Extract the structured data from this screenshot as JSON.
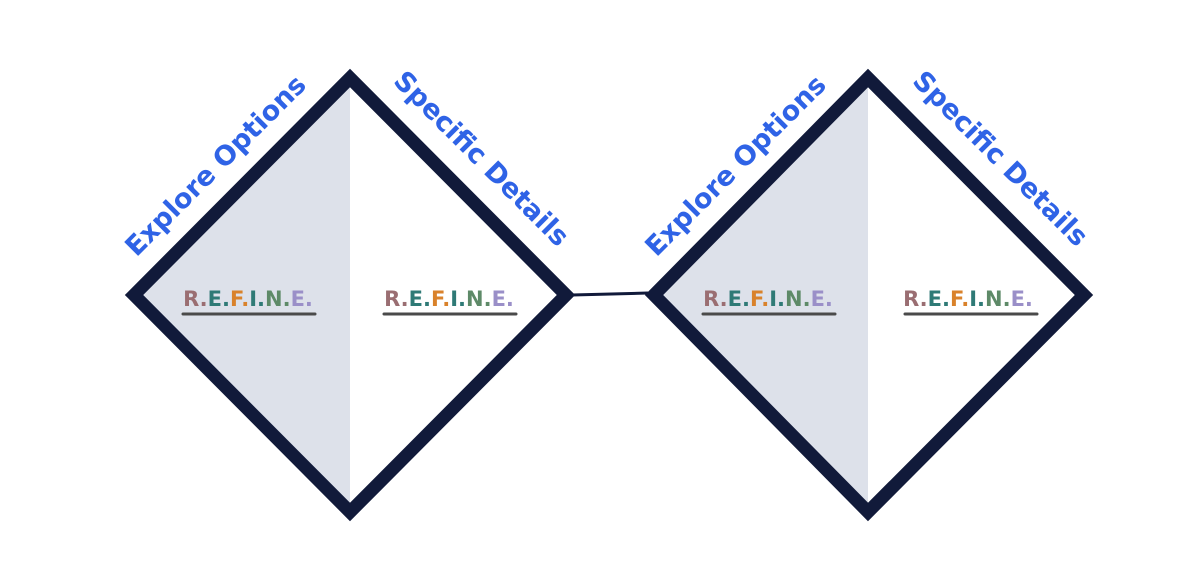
{
  "colors": {
    "outline": "#111a3a",
    "shade": "#dde1ea",
    "label": "#2f63e6",
    "underline": "#4a4a4a"
  },
  "diamonds": [
    {
      "left_label": "Explore Options",
      "right_label": "Specific Details",
      "left_word": [
        {
          "char": "R.",
          "color": "#9a6e72"
        },
        {
          "char": "E.",
          "color": "#2f7a76"
        },
        {
          "char": "F.",
          "color": "#d9822b"
        },
        {
          "char": "I.",
          "color": "#2f7a76"
        },
        {
          "char": "N.",
          "color": "#5e8a68"
        },
        {
          "char": "E.",
          "color": "#9a8fc8"
        }
      ],
      "right_word": [
        {
          "char": "R.",
          "color": "#9a6e72"
        },
        {
          "char": "E.",
          "color": "#2f7a76"
        },
        {
          "char": "F.",
          "color": "#d9822b"
        },
        {
          "char": "I.",
          "color": "#2f7a76"
        },
        {
          "char": "N.",
          "color": "#5e8a68"
        },
        {
          "char": "E.",
          "color": "#9a8fc8"
        }
      ]
    },
    {
      "left_label": "Explore Options",
      "right_label": "Specific Details",
      "left_word": [
        {
          "char": "R.",
          "color": "#9a6e72"
        },
        {
          "char": "E.",
          "color": "#2f7a76"
        },
        {
          "char": "F.",
          "color": "#d9822b"
        },
        {
          "char": "I.",
          "color": "#2f7a76"
        },
        {
          "char": "N.",
          "color": "#5e8a68"
        },
        {
          "char": "E.",
          "color": "#9a8fc8"
        }
      ],
      "right_word": [
        {
          "char": "R.",
          "color": "#9a6e72"
        },
        {
          "char": "E.",
          "color": "#2f7a76"
        },
        {
          "char": "F.",
          "color": "#d9822b"
        },
        {
          "char": "I.",
          "color": "#2f7a76"
        },
        {
          "char": "N.",
          "color": "#5e8a68"
        },
        {
          "char": "E.",
          "color": "#9a8fc8"
        }
      ]
    }
  ]
}
